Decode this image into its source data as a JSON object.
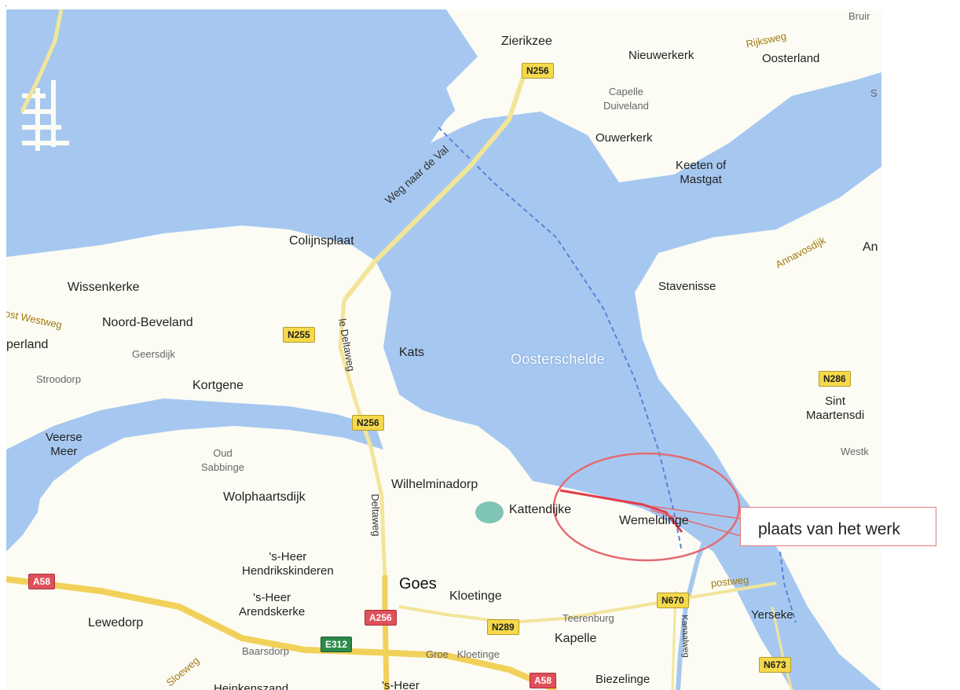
{
  "map": {
    "water_label": "Oosterschelde",
    "places": [
      {
        "id": "zierikzee",
        "name": "Zierikzee"
      },
      {
        "id": "nieuwerkerk",
        "name": "Nieuwerkerk"
      },
      {
        "id": "oosterland",
        "name": "Oosterland"
      },
      {
        "id": "capelle",
        "name": "Capelle\nDuiveland"
      },
      {
        "id": "ouwerkerk",
        "name": "Ouwerkerk"
      },
      {
        "id": "keeten",
        "name": "Keeten of\nMastgat"
      },
      {
        "id": "colijnsplaat",
        "name": "Colijnsplaat"
      },
      {
        "id": "wissenkerke",
        "name": "Wissenkerke"
      },
      {
        "id": "noord-beveland",
        "name": "Noord-Beveland"
      },
      {
        "id": "perland",
        "name": "perland"
      },
      {
        "id": "geersdijk",
        "name": "Geersdijk"
      },
      {
        "id": "stroodorp",
        "name": "Stroodorp"
      },
      {
        "id": "kortgene",
        "name": "Kortgene"
      },
      {
        "id": "kats",
        "name": "Kats"
      },
      {
        "id": "stavenisse",
        "name": "Stavenisse"
      },
      {
        "id": "sint-maartensdijk",
        "name": "Sint\nMaartensdi"
      },
      {
        "id": "veerse-meer",
        "name": "Veerse\nMeer"
      },
      {
        "id": "oud-sabbinge",
        "name": "Oud\nSabbinge"
      },
      {
        "id": "wolphaartsdijk",
        "name": "Wolphaartsdijk"
      },
      {
        "id": "wilhelminadorp",
        "name": "Wilhelminadorp"
      },
      {
        "id": "kattendijke",
        "name": "Kattendijke"
      },
      {
        "id": "wemeldinge",
        "name": "Wemeldinge"
      },
      {
        "id": "heer-hendrikskinderen",
        "name": "'s-Heer\nHendrikskinderen"
      },
      {
        "id": "goes",
        "name": "Goes"
      },
      {
        "id": "kloetinge",
        "name": "Kloetinge"
      },
      {
        "id": "heer-arendskerke",
        "name": "'s-Heer\nArendskerke"
      },
      {
        "id": "lewedorp",
        "name": "Lewedorp"
      },
      {
        "id": "baarsdorp",
        "name": "Baarsdorp"
      },
      {
        "id": "groe-kloetinge",
        "name": "Groe   Kloetinge"
      },
      {
        "id": "kapelle",
        "name": "Kapelle"
      },
      {
        "id": "biezelinge",
        "name": "Biezelinge"
      },
      {
        "id": "yerseke",
        "name": "Yerseke"
      },
      {
        "id": "heinkenszand",
        "name": "Heinkenszand"
      },
      {
        "id": "heer-bottom",
        "name": "'s-Heer"
      },
      {
        "id": "teerenburg",
        "name": "Teerenburg"
      },
      {
        "id": "bruin",
        "name": "Bruir"
      },
      {
        "id": "an",
        "name": "An"
      },
      {
        "id": "westk",
        "name": "Westk"
      },
      {
        "id": "s-right",
        "name": "S"
      }
    ],
    "roads": [
      {
        "id": "weg-naar-de-val",
        "name": "Weg naar de Val"
      },
      {
        "id": "deltaweg-upper",
        "name": "le Deltaweg"
      },
      {
        "id": "deltaweg-lower",
        "name": "Deltaweg"
      },
      {
        "id": "oost-westweg",
        "name": "ost Westweg"
      },
      {
        "id": "rijksweg",
        "name": "Rijksweg"
      },
      {
        "id": "annavosdijk",
        "name": "Annavosdijk"
      },
      {
        "id": "postweg",
        "name": "postweg"
      },
      {
        "id": "kanaalweg",
        "name": "Kanaalweg"
      },
      {
        "id": "sloeweg",
        "name": "Sloeweg"
      }
    ],
    "shields": [
      {
        "id": "n256-top",
        "label": "N256",
        "style": "yellow"
      },
      {
        "id": "n255",
        "label": "N255",
        "style": "yellow"
      },
      {
        "id": "n256-mid",
        "label": "N256",
        "style": "yellow"
      },
      {
        "id": "n286",
        "label": "N286",
        "style": "yellow"
      },
      {
        "id": "a58-left",
        "label": "A58",
        "style": "red"
      },
      {
        "id": "a256",
        "label": "A256",
        "style": "red"
      },
      {
        "id": "e312",
        "label": "E312",
        "style": "green"
      },
      {
        "id": "n289",
        "label": "N289",
        "style": "yellow"
      },
      {
        "id": "n670",
        "label": "N670",
        "style": "yellow"
      },
      {
        "id": "a58-bottom",
        "label": "A58",
        "style": "red"
      },
      {
        "id": "n673",
        "label": "N673",
        "style": "yellow"
      }
    ],
    "callout_text": "plaats van het werk",
    "tiny_mark": "·",
    "colors": {
      "water": "#a6c8f0",
      "land": "#fcfcf5",
      "highway": "#f2d15a",
      "highlight": "#e23d4a"
    }
  }
}
